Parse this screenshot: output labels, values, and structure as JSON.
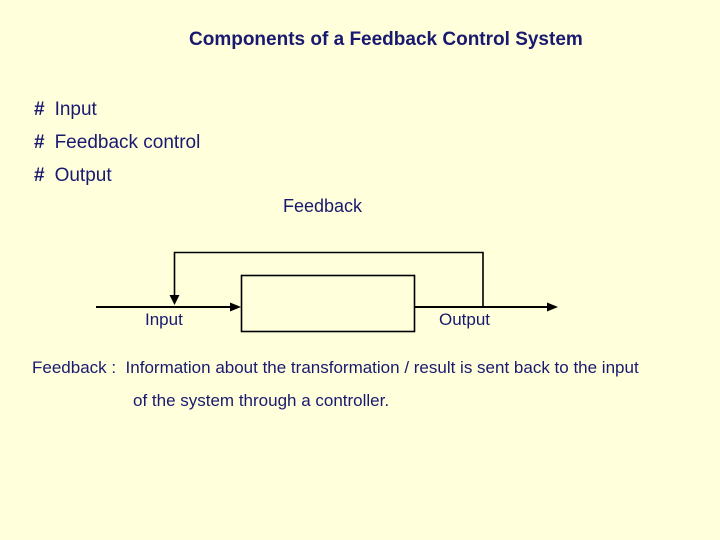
{
  "slide": {
    "title": "Components of a Feedback Control System",
    "background_color": "#FFFFDB",
    "text_color": "#191970"
  },
  "bullets": [
    {
      "marker": "#",
      "label": "Input"
    },
    {
      "marker": "#",
      "label": "Feedback control"
    },
    {
      "marker": "#",
      "label": "Output"
    }
  ],
  "diagram": {
    "feedback_label": "Feedback",
    "input_label": "Input",
    "output_label": "Output",
    "line_color": "#000000"
  },
  "footer": {
    "line1": "Feedback :  Information about the transformation / result is sent back to the input",
    "line2": "of the system through a controller."
  }
}
